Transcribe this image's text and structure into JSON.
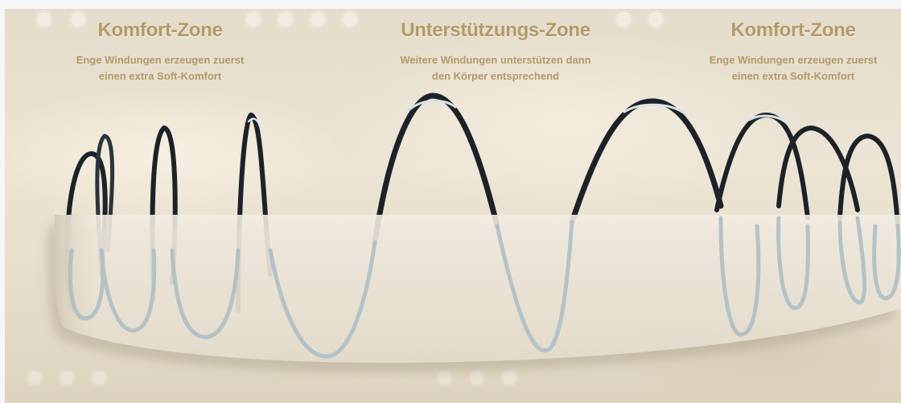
{
  "zones": [
    {
      "title": "Komfort-Zone",
      "line1": "Enge Windungen erzeugen zuerst",
      "line2": "einen extra Soft-Komfort"
    },
    {
      "title": "Unterstützungs-Zone",
      "line1": "Weitere Windungen unterstützen dann",
      "line2": "den Körper entsprechend"
    },
    {
      "title": "Komfort-Zone",
      "line1": "Enge Windungen erzeugen zuerst",
      "line2": "einen extra Soft-Komfort"
    }
  ],
  "colors": {
    "text": "#b39a69",
    "background": "#e8dfcd",
    "mattress": "#efe8da",
    "spring_dark": "#1c2228",
    "spring_light": "#c4d3d9"
  }
}
